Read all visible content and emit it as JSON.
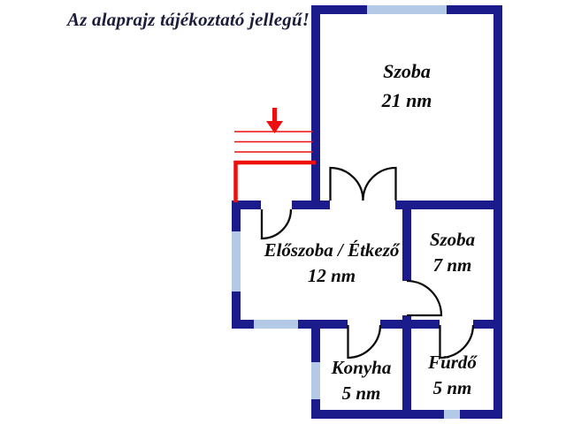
{
  "disclaimer": "Az alaprajz tájékoztató jellegű!",
  "colors": {
    "wall": "#1b1b8c",
    "window": "#b3c9e6",
    "entrance_red": "#ee0e0e",
    "door_line": "#0d0d0d",
    "label_text": "#0d0d0d",
    "title_text": "#1c1c3c",
    "background": "#ffffff"
  },
  "rooms": [
    {
      "name": "Szoba",
      "area": "21 nm"
    },
    {
      "name": "Előszoba / Étkező",
      "area": "12 nm"
    },
    {
      "name": "Szoba",
      "area": "7 nm"
    },
    {
      "name": "Konyha",
      "area": "5 nm"
    },
    {
      "name": "Fürdő",
      "area": "5 nm"
    }
  ]
}
